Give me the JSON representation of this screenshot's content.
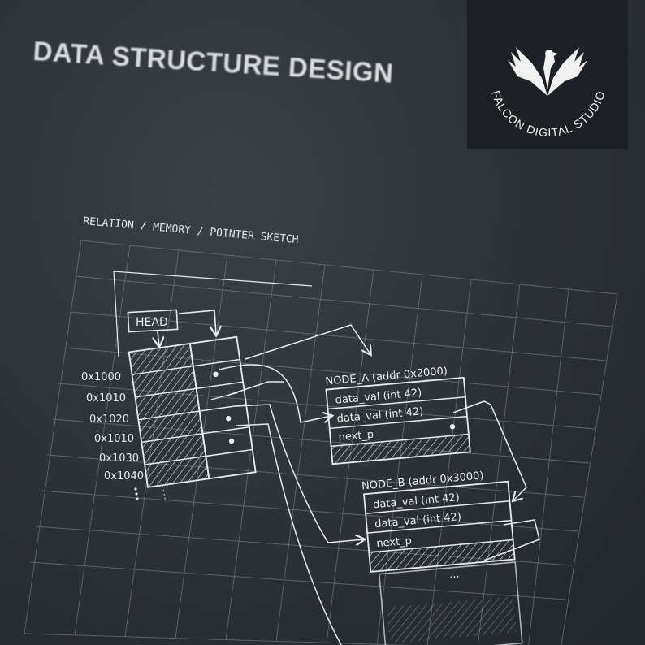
{
  "header": {
    "title": "DATA STRUCTURE DESIGN"
  },
  "brand": {
    "name": "FALCON DIGITAL STUDIO",
    "logo_icon": "falcon-icon"
  },
  "sketch": {
    "caption": "RELATION / MEMORY / POINTER SKETCH",
    "head_label": "HEAD",
    "addresses": [
      "0x1000",
      "0x1010",
      "0x1020",
      "0x1010",
      "0x1030",
      "0x1040"
    ],
    "node_a": {
      "title": "NODE_A (addr 0x2000)",
      "fields": [
        "data_val (int 42)",
        "data_val (int 42)",
        "next_p"
      ]
    },
    "node_b": {
      "title": "NODE_B (addr 0x3000)",
      "fields": [
        "data_val (int 42)",
        "data_val (int 42)",
        "next_p"
      ],
      "continuation": "..."
    }
  },
  "colors": {
    "background": "#2c3136",
    "chalk": "#e8ebee",
    "logo_bg": "#1d2024"
  }
}
